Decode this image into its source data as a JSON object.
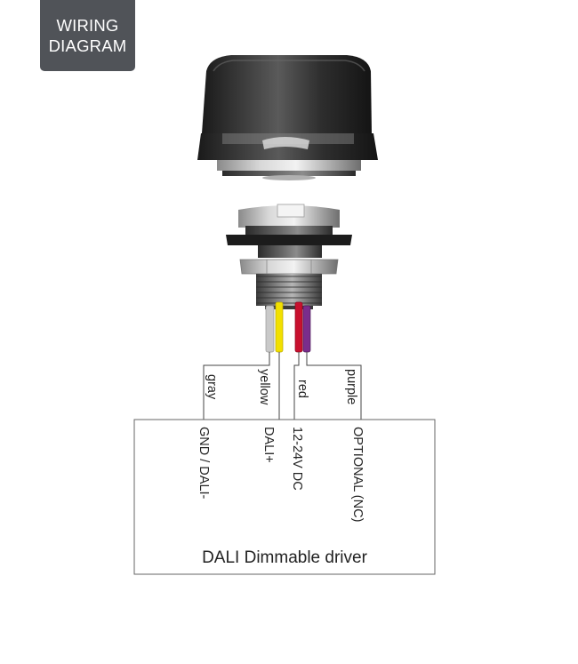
{
  "badge": {
    "line1": "WIRING",
    "line2": "DIAGRAM"
  },
  "wires": [
    {
      "color_name": "gray",
      "hex": "#c9c9c9"
    },
    {
      "color_name": "yellow",
      "hex": "#f2e000"
    },
    {
      "color_name": "red",
      "hex": "#c8102e"
    },
    {
      "color_name": "purple",
      "hex": "#7a2d8c"
    }
  ],
  "terminals": [
    "GND / DALI-",
    "DALI+",
    "12-24V DC",
    "OPTIONAL (NC)"
  ],
  "driver": {
    "label": "DALI Dimmable driver"
  }
}
